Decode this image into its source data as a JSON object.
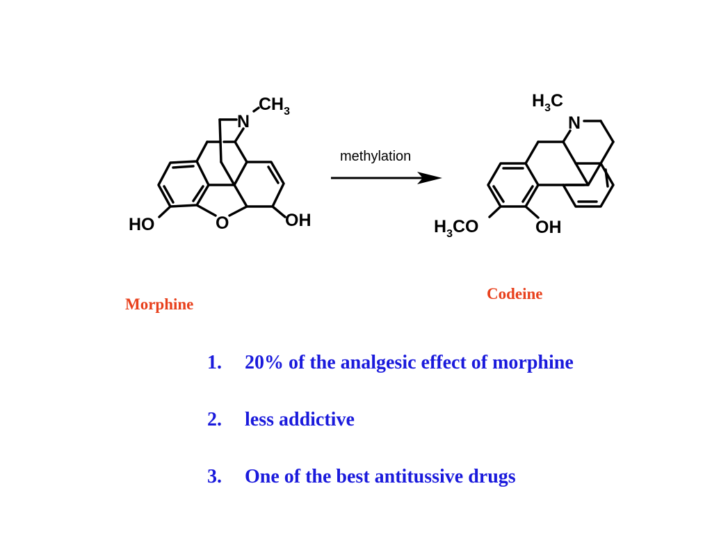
{
  "reaction": {
    "label": "methylation"
  },
  "morphine": {
    "name": "Morphine",
    "atoms": {
      "n": "N",
      "ch3_c": "CH",
      "ch3_sub": "3",
      "ho": "HO",
      "o_bridge": "O",
      "oh": "OH"
    }
  },
  "codeine": {
    "name": "Codeine",
    "atoms": {
      "h3c_h": "H",
      "h3c_sub": "3",
      "h3c_c": "C",
      "n": "N",
      "h3co_h": "H",
      "h3co_sub": "3",
      "h3co_co": "CO",
      "oh": "OH"
    }
  },
  "facts": [
    {
      "num": "1.",
      "text": "20% of the analgesic effect  of morphine"
    },
    {
      "num": "2.",
      "text": "less addictive"
    },
    {
      "num": "3.",
      "text": "One of the best antitussive drugs"
    }
  ],
  "colors": {
    "compound_name": "#e8401c",
    "facts": "#1a1adc",
    "bonds": "#000000"
  }
}
